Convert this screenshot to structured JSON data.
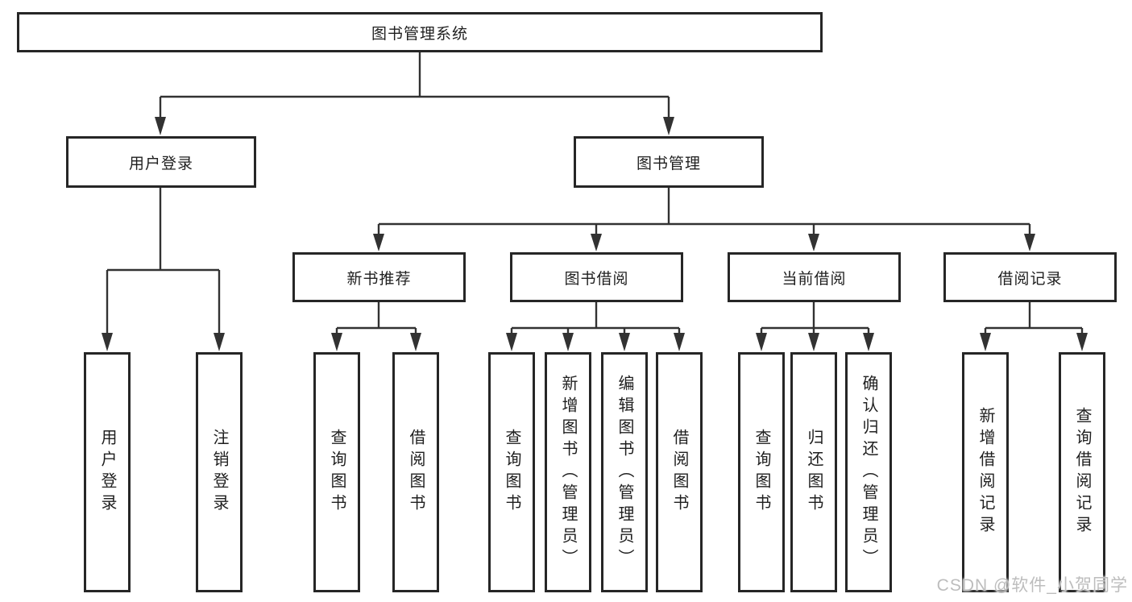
{
  "tree": {
    "root": "图书管理系统",
    "branches": [
      {
        "label": "用户登录",
        "children": [
          {
            "label": "用户登录"
          },
          {
            "label": "注销登录"
          }
        ]
      },
      {
        "label": "图书管理",
        "children": [
          {
            "label": "新书推荐",
            "children": [
              {
                "label": "查询图书"
              },
              {
                "label": "借阅图书"
              }
            ]
          },
          {
            "label": "图书借阅",
            "children": [
              {
                "label": "查询图书"
              },
              {
                "label": "新增图书（管理员）"
              },
              {
                "label": "编辑图书（管理员）"
              },
              {
                "label": "借阅图书"
              }
            ]
          },
          {
            "label": "当前借阅",
            "children": [
              {
                "label": "查询图书"
              },
              {
                "label": "归还图书"
              },
              {
                "label": "确认归还（管理员）"
              }
            ]
          },
          {
            "label": "借阅记录",
            "children": [
              {
                "label": "新增借阅记录"
              },
              {
                "label": "查询借阅记录"
              }
            ]
          }
        ]
      }
    ]
  },
  "watermark": "CSDN @软件_小贺同学",
  "colors": {
    "background": "#ffffff",
    "line": "#323232",
    "box_border": "#262626",
    "text": "#1f1f1f",
    "watermark": "#bdbdbd"
  }
}
